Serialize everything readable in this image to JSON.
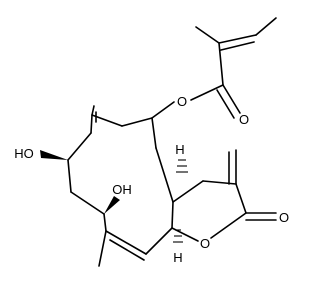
{
  "molecule": {
    "atom_labels": {
      "ester_oxygen": "O",
      "carbonyl_oxygen": "O",
      "lactone_ring_oxygen": "O",
      "lactone_carbonyl_oxygen": "O",
      "hydroxyl_left": "HO",
      "hydroxyl_center": "OH",
      "stereo_h_left": "H",
      "stereo_h_right": "H"
    }
  }
}
